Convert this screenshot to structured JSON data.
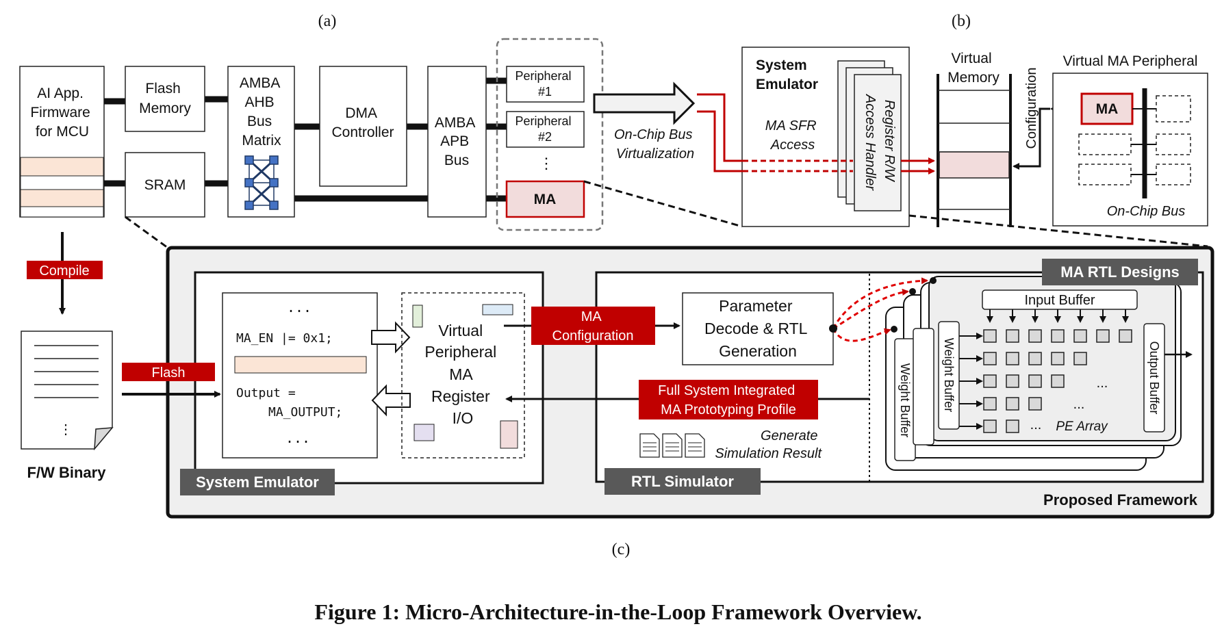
{
  "labels": {
    "a": "(a)",
    "b": "(b)",
    "c": "(c)"
  },
  "caption": "Figure 1: Micro-Architecture-in-the-Loop Framework Overview.",
  "part_a": {
    "firmware": [
      "AI App.",
      "Firmware",
      "for MCU"
    ],
    "flash_memory": [
      "Flash",
      "Memory"
    ],
    "sram": "SRAM",
    "ahb": [
      "AMBA",
      "AHB",
      "Bus",
      "Matrix"
    ],
    "dma": [
      "DMA",
      "Controller"
    ],
    "apb": [
      "AMBA",
      "APB",
      "Bus"
    ],
    "peripheral1": [
      "Peripheral",
      "#1"
    ],
    "peripheral2": [
      "Peripheral",
      "#2"
    ],
    "ellipsis": "⋮",
    "ma": "MA",
    "compile": "Compile",
    "fw_binary": "F/W Binary"
  },
  "part_b": {
    "virtualization": [
      "On-Chip Bus",
      "Virtualization"
    ],
    "system_emulator": [
      "System",
      "Emulator"
    ],
    "ma_sfr": [
      "MA SFR",
      "Access"
    ],
    "handler": [
      "Register R/W",
      "Access Handler"
    ],
    "virtual_memory": [
      "Virtual",
      "Memory"
    ],
    "configuration": "Configuration",
    "virtual_ma_peripheral": "Virtual MA Peripheral",
    "ma": "MA",
    "on_chip_bus": "On-Chip Bus"
  },
  "part_c": {
    "code": {
      "dots_top": "...",
      "line1": "MA_EN |= 0x1;",
      "line2": "Output =",
      "line3": "MA_OUTPUT;",
      "dots_bottom": "..."
    },
    "flash": "Flash",
    "virtual_peripheral": [
      "Virtual",
      "Peripheral",
      "MA",
      "Register",
      "I/O"
    ],
    "ma_configuration": [
      "MA",
      "Configuration"
    ],
    "param_decode": [
      "Parameter",
      "Decode & RTL",
      "Generation"
    ],
    "profile": [
      "Full System Integrated",
      "MA Prototyping Profile"
    ],
    "generate": [
      "Generate",
      "Simulation Result"
    ],
    "ma_rtl_designs": "MA RTL Designs",
    "input_buffer": "Input Buffer",
    "weight_buffer": "Weight Buffer",
    "output_buffer": "Output Buffer",
    "pe_array": "PE Array",
    "pe_dots": "...",
    "system_emulator": "System Emulator",
    "rtl_simulator": "RTL Simulator",
    "proposed_framework": "Proposed Framework"
  },
  "colors": {
    "accent_red": "#c00000",
    "pink_fill": "#f2dcdc",
    "peach_fill": "#fbe5d6",
    "dark_label": "#595959",
    "panel_gray": "#efefef"
  }
}
